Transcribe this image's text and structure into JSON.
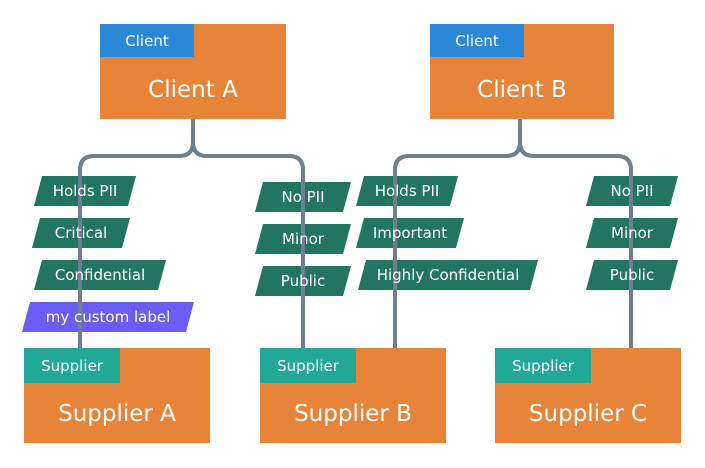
{
  "clients": [
    {
      "tag": "Client",
      "name": "Client A"
    },
    {
      "tag": "Client",
      "name": "Client B"
    }
  ],
  "suppliers": [
    {
      "tag": "Supplier",
      "name": "Supplier A"
    },
    {
      "tag": "Supplier",
      "name": "Supplier B"
    },
    {
      "tag": "Supplier",
      "name": "Supplier C"
    }
  ],
  "edges": [
    {
      "from": "Client A",
      "to": "Supplier A",
      "labels": [
        "Holds PII",
        "Critical",
        "Confidential",
        "my custom label"
      ]
    },
    {
      "from": "Client A",
      "to": "Supplier B",
      "labels": [
        "No PII",
        "Minor",
        "Public"
      ]
    },
    {
      "from": "Client B",
      "to": "Supplier B",
      "labels": [
        "Holds PII",
        "Important",
        "Highly Confidential"
      ]
    },
    {
      "from": "Client B",
      "to": "Supplier C",
      "labels": [
        "No PII",
        "Minor",
        "Public"
      ]
    }
  ],
  "colors": {
    "node": "#e8843a",
    "client_tag": "#2b87d8",
    "supplier_tag": "#21a897",
    "label": "#217561",
    "custom_label": "#6b5cf4",
    "connector": "#6e7f8d"
  }
}
